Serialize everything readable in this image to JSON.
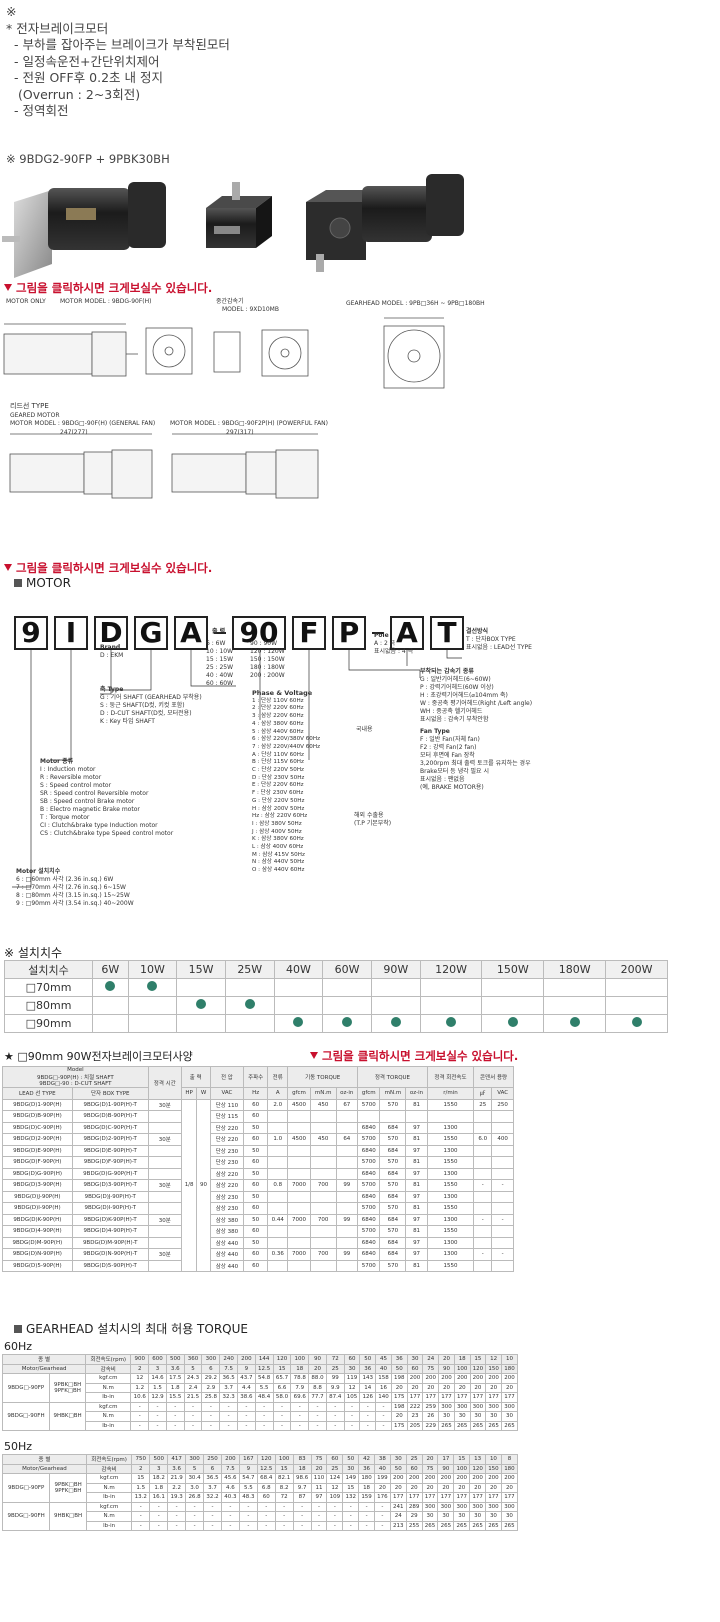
{
  "intro": {
    "mark": "※",
    "lines": [
      "* 전자브레이크모터",
      "- 부하를 잡아주는 브레이크가 부착된모터",
      "- 일정속운전+간단위치제어",
      "- 전원 OFF후 0.2초 내 정지",
      "(Overrun : 2~3회전)",
      "- 정역회전"
    ],
    "model_line": "※ 9BDG2-90FP + 9PBK30BH"
  },
  "click_notice": "그림을 클릭하시면 크게보실수 있습니다.",
  "drawings": {
    "motor_only": "MOTOR ONLY",
    "motor_model": "MOTOR MODEL : 9BDG-90F(H)",
    "intermediate": "중간감속기",
    "intermediate_model": "MODEL : 9XD10MB",
    "gearhead_model": "GEARHEAD MODEL : 9PB□36H ~ 9PB□180BH",
    "lead_type": "리드선 TYPE",
    "geared_motor": "GEARED MOTOR",
    "geared_general": "MOTOR MODEL : 9BDG□-90F(H) (GENERAL FAN)",
    "geared_powerful": "MOTOR MODEL : 9BDG□-90F2P(H) (POWERFUL FAN)",
    "dim_left": "247(277)",
    "dim_right": "297(317)"
  },
  "motor_title": "MOTOR",
  "code_chars": [
    "9",
    "I",
    "D",
    "G",
    "A",
    "90",
    "F",
    "P",
    "A",
    "T"
  ],
  "code_labels": {
    "brand": [
      "Brand",
      "D : EKM"
    ],
    "output": [
      "출 력",
      "6 : 6W",
      "10 : 10W",
      "15 : 15W",
      "25 : 25W",
      "40 : 40W",
      "60 : 60W",
      "90 : 90W",
      "120 : 120W",
      "150 : 150W",
      "180 : 180W",
      "200 : 200W"
    ],
    "pole": [
      "Pole",
      "A : 2 극",
      "표시없음 : 4 극"
    ],
    "wiring": [
      "결선방식",
      "T : 단자BOX TYPE",
      "표시없음 : LEAD선 TYPE"
    ],
    "gear_type": [
      "부착되는 감속기 종류",
      "G : 일반기어헤드(6~60W)",
      "P : 강력기어헤드(60W 이상)",
      "H : 초강력기어헤드(⌀104mm 축)",
      "W : 중공축 평기어헤드(Right /Left angle)",
      "WH : 중공축 헬기어헤드",
      "표시없음 : 감속기 부착안함"
    ],
    "fan_type": [
      "Fan Type",
      "F : 일반 Fan(자체 fan)",
      "F2 : 강력 Fan(2 fan)",
      "모터 후면에 Fan 장착",
      "3,200rpm 최대 출력 토크를 유지하는 경우",
      "Brake모터 등 냉각 필요 시",
      "표시없음 : 팬없음",
      "(예, BRAKE MOTOR용)"
    ],
    "shaft_type": [
      "축 Type",
      "G : 기어 SHAFT (GEARHEAD 부착용)",
      "S : 둥근 SHAFT(D컷, 키컷 포함)",
      "D : D-CUT SHAFT(D컷, 모터전용)",
      "K : Key 타입 SHAFT"
    ],
    "phase": [
      "Phase & Voltage",
      "1 : 단상 110V 60Hz",
      "2 : 단상 220V 60Hz",
      "3 : 삼상 220V 60Hz",
      "4 : 삼상 380V 60Hz",
      "5 : 삼상 440V 60Hz",
      "6 : 삼상 220V/380V 60Hz",
      "7 : 삼상 220V/440V 60Hz",
      "A : 단상 110V 60Hz",
      "B : 단상 115V 60Hz",
      "C : 단상 220V 50Hz",
      "D : 단상 230V 50Hz",
      "E : 단상 220V 60Hz",
      "F : 단상 230V 60Hz",
      "G : 단상 220V 50Hz",
      "H : 삼상 200V 50Hz",
      "Hz : 삼상 220V 60Hz",
      "I : 삼상 380V 50Hz",
      "J : 삼상 400V 50Hz",
      "K : 삼상 380V 60Hz",
      "L : 삼상 400V 60Hz",
      "M : 삼상 415V 50Hz",
      "N : 삼상 440V 50Hz",
      "O : 삼상 440V 60Hz"
    ],
    "domestic": "국내용",
    "export": [
      "해외 수출용",
      "(T.P 기본부착)"
    ],
    "motor_kind": [
      "Motor 종류",
      "I : Induction motor",
      "R : Reversible motor",
      "S : Speed control motor",
      "SR : Speed control Reversible motor",
      "SB : Speed control Brake motor",
      "B : Electro magnetic Brake motor",
      "T : Torque motor",
      "CI : Clutch&brake type Induction motor",
      "CS : Clutch&brake type Speed control motor"
    ],
    "frame": [
      "Motor 설치치수",
      "6 : □60mm 사각 (2.36 in.sq.) 6W",
      "7 : □70mm 사각 (2.76 in.sq.) 6~15W",
      "8 : □80mm 사각 (3.15 in.sq.) 15~25W",
      "9 : □90mm 사각 (3.54 in.sq.) 40~200W"
    ]
  },
  "install": {
    "title": "※ 설치치수",
    "header": [
      "설치치수",
      "6W",
      "10W",
      "15W",
      "25W",
      "40W",
      "60W",
      "90W",
      "120W",
      "150W",
      "180W",
      "200W"
    ],
    "rows": [
      {
        "label": "□70mm",
        "marks": [
          1,
          1,
          0,
          0,
          0,
          0,
          0,
          0,
          0,
          0,
          0
        ]
      },
      {
        "label": "□80mm",
        "marks": [
          0,
          0,
          1,
          1,
          0,
          0,
          0,
          0,
          0,
          0,
          0
        ]
      },
      {
        "label": "□90mm",
        "marks": [
          0,
          0,
          0,
          0,
          1,
          1,
          1,
          1,
          1,
          1,
          1
        ]
      }
    ]
  },
  "spec": {
    "title": "★ □90mm 90W전자브레이크모터사양",
    "model_head": [
      "Model",
      "9BDG□-90P(H) : 치절 SHAFT",
      "9BDG□-90 : D-CUT SHAFT"
    ],
    "lead": "LEAD 선 TYPE",
    "box": "단자 BOX TYPE",
    "cols": [
      "정격 시간",
      "출 력",
      "전 압",
      "주파수",
      "전류",
      "기동 TORQUE",
      "정격 TORQUE",
      "정격 회전속도",
      "콘덴서 용량"
    ],
    "units": [
      "HP",
      "W",
      "VAC",
      "Hz",
      "A",
      "gfcm",
      "mN.m",
      "oz-in",
      "gfcm",
      "mN.m",
      "oz-in",
      "r/min",
      "㎌",
      "VAC"
    ],
    "rows": [
      [
        "9BDG(D)1-90P(H)",
        "9BDG(D)1-90P(H)-T",
        "30분",
        "단상 110",
        "60",
        "2.0",
        "4500",
        "450",
        "67",
        "5700",
        "570",
        "81",
        "1550",
        "25",
        "250"
      ],
      [
        "9BDG(D)B-90P(H)",
        "9BDG(D)B-90P(H)-T",
        "",
        "단상 115",
        "60",
        "",
        "",
        "",
        "",
        "",
        "",
        "",
        "",
        "",
        ""
      ],
      [
        "9BDG(D)C-90P(H)",
        "9BDG(D)C-90P(H)-T",
        "",
        "단상 220",
        "50",
        "",
        "",
        "",
        "",
        "6840",
        "684",
        "97",
        "1300",
        "",
        ""
      ],
      [
        "9BDG(D)2-90P(H)",
        "9BDG(D)2-90P(H)-T",
        "30분",
        "단상 220",
        "60",
        "1.0",
        "4500",
        "450",
        "64",
        "5700",
        "570",
        "81",
        "1550",
        "6.0",
        "400"
      ],
      [
        "9BDG(D)E-90P(H)",
        "9BDG(D)E-90P(H)-T",
        "",
        "단상 230",
        "50",
        "",
        "",
        "",
        "",
        "6840",
        "684",
        "97",
        "1300",
        "",
        ""
      ],
      [
        "9BDG(D)F-90P(H)",
        "9BDG(D)F-90P(H)-T",
        "",
        "단상 230",
        "60",
        "",
        "",
        "",
        "",
        "5700",
        "570",
        "81",
        "1550",
        "",
        ""
      ],
      [
        "9BDG(D)G-90P(H)",
        "9BDG(D)G-90P(H)-T",
        "",
        "삼상 220",
        "50",
        "",
        "",
        "",
        "",
        "6840",
        "684",
        "97",
        "1300",
        "",
        ""
      ],
      [
        "9BDG(D)3-90P(H)",
        "9BDG(D)3-90P(H)-T",
        "30분",
        "삼상 220",
        "60",
        "0.8",
        "7000",
        "700",
        "99",
        "5700",
        "570",
        "81",
        "1550",
        "-",
        "-"
      ],
      [
        "9BDG(D)J-90P(H)",
        "9BDG(D)J-90P(H)-T",
        "",
        "삼상 230",
        "50",
        "",
        "",
        "",
        "",
        "6840",
        "684",
        "97",
        "1300",
        "",
        ""
      ],
      [
        "9BDG(D)I-90P(H)",
        "9BDG(D)I-90P(H)-T",
        "",
        "삼상 230",
        "60",
        "",
        "",
        "",
        "",
        "5700",
        "570",
        "81",
        "1550",
        "",
        ""
      ],
      [
        "9BDG(D)K-90P(H)",
        "9BDG(D)K-90P(H)-T",
        "30분",
        "삼상 380",
        "50",
        "0.44",
        "7000",
        "700",
        "99",
        "6840",
        "684",
        "97",
        "1300",
        "-",
        "-"
      ],
      [
        "9BDG(D)4-90P(H)",
        "9BDG(D)4-90P(H)-T",
        "",
        "삼상 380",
        "60",
        "",
        "",
        "",
        "",
        "5700",
        "570",
        "81",
        "1550",
        "",
        ""
      ],
      [
        "9BDG(D)M-90P(H)",
        "9BDG(D)M-90P(H)-T",
        "",
        "삼상 440",
        "50",
        "",
        "",
        "",
        "",
        "6840",
        "684",
        "97",
        "1300",
        "",
        ""
      ],
      [
        "9BDG(D)N-90P(H)",
        "9BDG(D)N-90P(H)-T",
        "30분",
        "삼상 440",
        "60",
        "0.36",
        "7000",
        "700",
        "99",
        "6840",
        "684",
        "97",
        "1300",
        "-",
        "-"
      ],
      [
        "9BDG(D)5-90P(H)",
        "9BDG(D)5-90P(H)-T",
        "",
        "삼상 440",
        "60",
        "",
        "",
        "",
        "",
        "5700",
        "570",
        "81",
        "1550",
        "",
        ""
      ]
    ],
    "output_hp": "1/8",
    "output_w": "90"
  },
  "gear_torque": {
    "title": "GEARHEAD 설치시의 최대 허용 TORQUE",
    "hz60": {
      "label": "60Hz",
      "speeds": [
        "900",
        "600",
        "500",
        "360",
        "300",
        "240",
        "200",
        "144",
        "120",
        "100",
        "90",
        "72",
        "60",
        "50",
        "45",
        "36",
        "30",
        "24",
        "20",
        "18",
        "15",
        "12",
        "10"
      ],
      "ratios": [
        "2",
        "3",
        "3.6",
        "5",
        "6",
        "7.5",
        "9",
        "12.5",
        "15",
        "18",
        "20",
        "25",
        "30",
        "36",
        "40",
        "50",
        "60",
        "75",
        "90",
        "100",
        "120",
        "150",
        "180"
      ],
      "rows": [
        {
          "unit": "kgf.cm",
          "vals": [
            "12",
            "14.6",
            "17.5",
            "24.3",
            "29.2",
            "36.5",
            "43.7",
            "54.8",
            "65.7",
            "78.8",
            "88.0",
            "99",
            "119",
            "143",
            "158",
            "198",
            "200",
            "200",
            "200",
            "200",
            "200",
            "200",
            "200"
          ]
        },
        {
          "unit": "N.m",
          "vals": [
            "1.2",
            "1.5",
            "1.8",
            "2.4",
            "2.9",
            "3.7",
            "4.4",
            "5.5",
            "6.6",
            "7.9",
            "8.8",
            "9.9",
            "12",
            "14",
            "16",
            "20",
            "20",
            "20",
            "20",
            "20",
            "20",
            "20",
            "20"
          ]
        },
        {
          "unit": "lb-in",
          "vals": [
            "10.6",
            "12.9",
            "15.5",
            "21.5",
            "25.8",
            "32.3",
            "38.6",
            "48.4",
            "58.0",
            "69.6",
            "77.7",
            "87.4",
            "105",
            "126",
            "140",
            "175",
            "177",
            "177",
            "177",
            "177",
            "177",
            "177",
            "177"
          ]
        },
        {
          "unit": "kgf.cm",
          "vals": [
            "-",
            "-",
            "-",
            "-",
            "-",
            "-",
            "-",
            "-",
            "-",
            "-",
            "-",
            "-",
            "-",
            "-",
            "-",
            "198",
            "222",
            "259",
            "300",
            "300",
            "300",
            "300",
            "300"
          ]
        },
        {
          "unit": "N.m",
          "vals": [
            "-",
            "-",
            "-",
            "-",
            "-",
            "-",
            "-",
            "-",
            "-",
            "-",
            "-",
            "-",
            "-",
            "-",
            "-",
            "20",
            "23",
            "26",
            "30",
            "30",
            "30",
            "30",
            "30"
          ]
        },
        {
          "unit": "lb-in",
          "vals": [
            "-",
            "-",
            "-",
            "-",
            "-",
            "-",
            "-",
            "-",
            "-",
            "-",
            "-",
            "-",
            "-",
            "-",
            "-",
            "175",
            "205",
            "229",
            "265",
            "265",
            "265",
            "265",
            "265"
          ]
        }
      ]
    },
    "hz50": {
      "label": "50Hz",
      "speeds": [
        "750",
        "500",
        "417",
        "300",
        "250",
        "200",
        "167",
        "120",
        "100",
        "83",
        "75",
        "60",
        "50",
        "42",
        "38",
        "30",
        "25",
        "20",
        "17",
        "15",
        "13",
        "10",
        "8"
      ],
      "ratios": [
        "2",
        "3",
        "3.6",
        "5",
        "6",
        "7.5",
        "9",
        "12.5",
        "15",
        "18",
        "20",
        "25",
        "30",
        "36",
        "40",
        "50",
        "60",
        "75",
        "90",
        "100",
        "120",
        "150",
        "180"
      ],
      "rows": [
        {
          "unit": "kgf.cm",
          "vals": [
            "15",
            "18.2",
            "21.9",
            "30.4",
            "36.5",
            "45.6",
            "54.7",
            "68.4",
            "82.1",
            "98.6",
            "110",
            "124",
            "149",
            "180",
            "199",
            "200",
            "200",
            "200",
            "200",
            "200",
            "200",
            "200",
            "200"
          ]
        },
        {
          "unit": "N.m",
          "vals": [
            "1.5",
            "1.8",
            "2.2",
            "3.0",
            "3.7",
            "4.6",
            "5.5",
            "6.8",
            "8.2",
            "9.7",
            "11",
            "12",
            "15",
            "18",
            "20",
            "20",
            "20",
            "20",
            "20",
            "20",
            "20",
            "20",
            "20"
          ]
        },
        {
          "unit": "lb-in",
          "vals": [
            "13.2",
            "16.1",
            "19.3",
            "26.8",
            "32.2",
            "40.3",
            "48.3",
            "60",
            "72",
            "87",
            "97",
            "109",
            "132",
            "159",
            "176",
            "177",
            "177",
            "177",
            "177",
            "177",
            "177",
            "177",
            "177"
          ]
        },
        {
          "unit": "kgf.cm",
          "vals": [
            "-",
            "-",
            "-",
            "-",
            "-",
            "-",
            "-",
            "-",
            "-",
            "-",
            "-",
            "-",
            "-",
            "-",
            "-",
            "241",
            "289",
            "300",
            "300",
            "300",
            "300",
            "300",
            "300"
          ]
        },
        {
          "unit": "N.m",
          "vals": [
            "-",
            "-",
            "-",
            "-",
            "-",
            "-",
            "-",
            "-",
            "-",
            "-",
            "-",
            "-",
            "-",
            "-",
            "-",
            "24",
            "29",
            "30",
            "30",
            "30",
            "30",
            "30",
            "30"
          ]
        },
        {
          "unit": "lb-in",
          "vals": [
            "-",
            "-",
            "-",
            "-",
            "-",
            "-",
            "-",
            "-",
            "-",
            "-",
            "-",
            "-",
            "-",
            "-",
            "-",
            "213",
            "255",
            "265",
            "265",
            "265",
            "265",
            "265",
            "265"
          ]
        }
      ]
    },
    "head_labels": [
      "종 별",
      "회전속도(rpm)",
      "Motor/Gearhead",
      "감속비"
    ],
    "motor_a": "9BDG□-90FP",
    "gear_a": [
      "9PBK□BH",
      "9PFK□BH"
    ],
    "motor_b": "9BDG□-90FH",
    "gear_b": "9HBK□BH"
  }
}
